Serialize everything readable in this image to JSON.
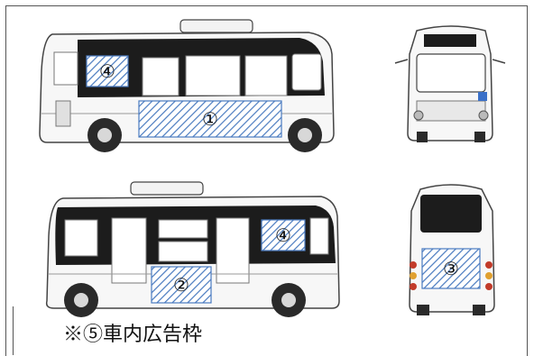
{
  "labels": {
    "frame1": "①",
    "frame2": "②",
    "frame3": "③",
    "frame4_side_top": "④",
    "frame4_side_bottom": "④"
  },
  "note": "※⑤車内広告枠",
  "colors": {
    "body_dark": "#1c1c1c",
    "outline": "#444444",
    "hatch_blue": "#4a7bc0",
    "window_white": "#ffffff"
  }
}
